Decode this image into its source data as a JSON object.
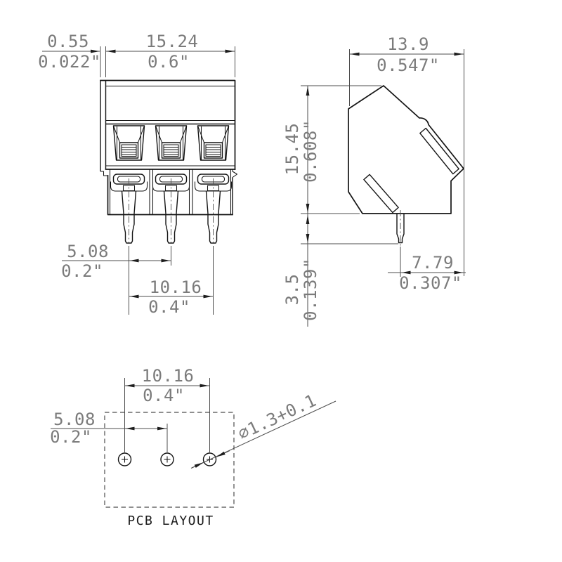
{
  "dims": {
    "front_wall_mm": "0.55",
    "front_wall_in": "0.022\"",
    "front_width_mm": "15.24",
    "front_width_in": "0.6\"",
    "front_pitch_mm": "5.08",
    "front_pitch_in": "0.2\"",
    "front_span_mm": "10.16",
    "front_span_in": "0.4\"",
    "side_width_mm": "13.9",
    "side_width_in": "0.547\"",
    "side_height_mm": "15.45",
    "side_height_in": "0.608\"",
    "side_pin_len_mm": "3.5",
    "side_pin_len_in": "0.139\"",
    "side_pin_offset_mm": "7.79",
    "side_pin_offset_in": "0.307\"",
    "pcb_span_mm": "10.16",
    "pcb_span_in": "0.4\"",
    "pcb_pitch_mm": "5.08",
    "pcb_pitch_in": "0.2\"",
    "pcb_hole_dia": "⌀1.3+0.1"
  },
  "labels": {
    "pcb": "PCB LAYOUT"
  },
  "colors": {
    "background": "#ffffff",
    "body_line": "#141414",
    "dim_line": "#4c4c4c",
    "dim_text": "#7b7b7b",
    "label_text": "#1c1c1c"
  }
}
